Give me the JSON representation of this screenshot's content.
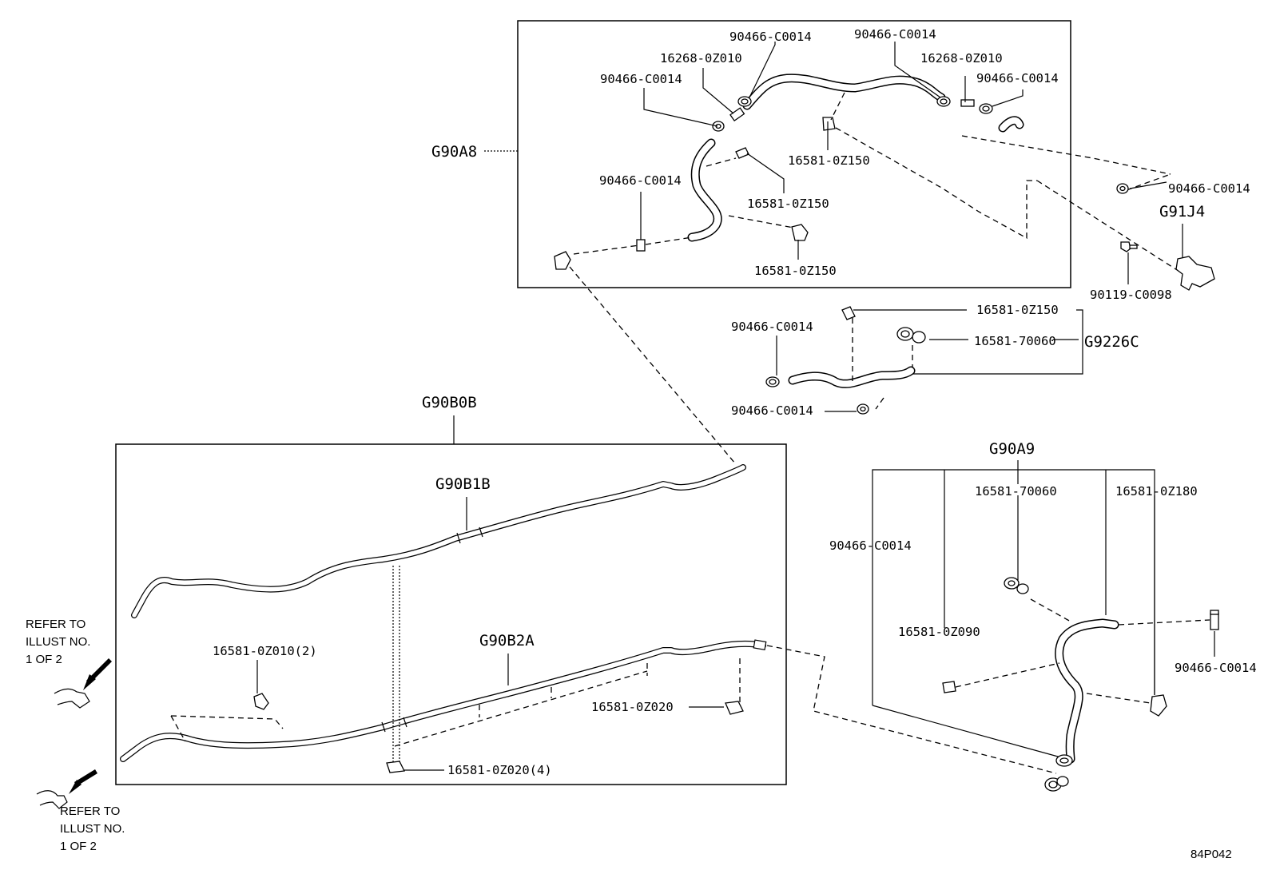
{
  "groups": {
    "g90a8": "G90A8",
    "g91j4": "G91J4",
    "g9226c": "G9226C",
    "g90b0b": "G90B0B",
    "g90b1b": "G90B1B",
    "g90b2a": "G90B2A",
    "g90a9": "G90A9"
  },
  "labels": {
    "a8_clamp_top": "90466-C0014",
    "a8_clamp_top_right": "90466-C0014",
    "a8_union_left": "16268-0Z010",
    "a8_union_right": "16268-0Z010",
    "a8_clamp_left": "90466-C0014",
    "a8_clamp_far_right": "90466-C0014",
    "a8_clamp_holder_mid": "16581-0Z150",
    "a8_clamp_holder_left": "16581-0Z150",
    "a8_clamp_mid_left": "90466-C0014",
    "a8_clamp_holder_bottom": "16581-0Z150",
    "j4_clamp": "90466-C0014",
    "j4_bolt": "90119-C0098",
    "c_clamp_holder": "16581-0Z150",
    "c_clamp_left": "90466-C0014",
    "c_clamp_70060": "16581-70060",
    "c_clamp_bottom": "90466-C0014",
    "b2a_clamp_2": "16581-0Z010(2)",
    "b2a_clamp_020": "16581-0Z020",
    "b2a_clamp_020_4": "16581-0Z020(4)",
    "a9_70060": "16581-70060",
    "a9_0z180": "16581-0Z180",
    "a9_clamp_left": "90466-C0014",
    "a9_0z090": "16581-0Z090",
    "a9_clamp_right": "90466-C0014"
  },
  "refer_top": [
    "REFER TO",
    "ILLUST NO.",
    "1 OF 2"
  ],
  "refer_bottom": [
    "REFER TO",
    "ILLUST NO.",
    "1 OF 2"
  ],
  "figure_code": "84P042"
}
